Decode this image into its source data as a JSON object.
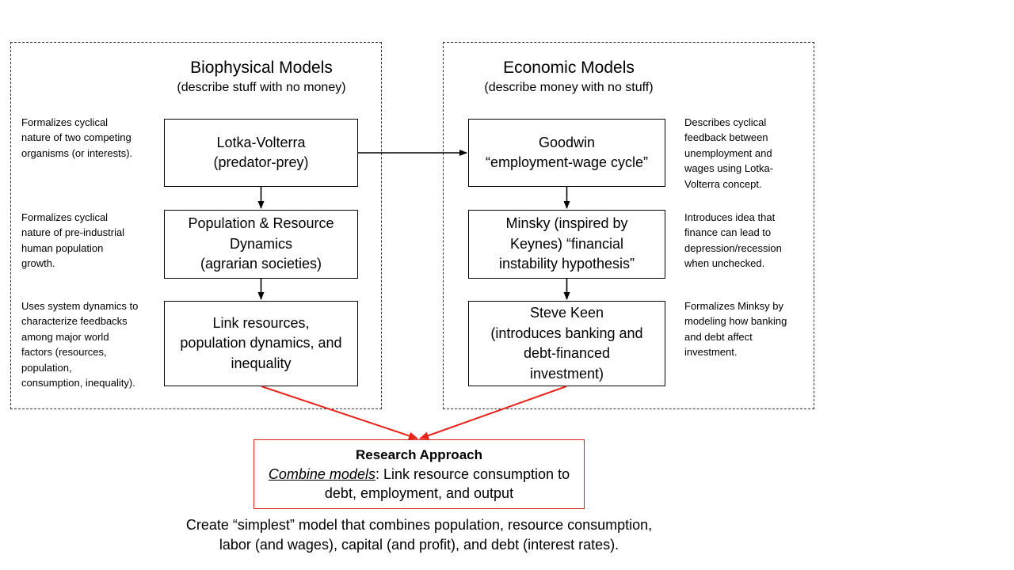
{
  "biophysical": {
    "title": "Biophysical Models",
    "subtitle": "(describe stuff with no money)",
    "boxes": [
      "Lotka-Volterra\n(predator-prey)",
      "Population & Resource\nDynamics\n(agrarian societies)",
      "Link resources,\npopulation dynamics, and\ninequality"
    ],
    "notes": [
      "Formalizes cyclical\nnature of two competing\norganisms (or interests).",
      "Formalizes cyclical\nnature of pre-industrial\nhuman population\ngrowth.",
      "Uses system dynamics to\ncharacterize feedbacks\namong major world\nfactors (resources,\npopulation,\nconsumption, inequality)."
    ]
  },
  "economic": {
    "title": "Economic Models",
    "subtitle": "(describe money with no stuff)",
    "boxes": [
      "Goodwin\n“employment-wage cycle”",
      "Minsky (inspired by\nKeynes) “financial\ninstability hypothesis”",
      "Steve Keen\n(introduces banking and\ndebt-financed\ninvestment)"
    ],
    "notes": [
      "Describes cyclical\nfeedback between\nunemployment  and\nwages using Lotka-\nVolterra concept.",
      "Introduces idea that\nfinance can lead to\ndepression/recession\nwhen unchecked.",
      "Formalizes Minksy by\nmodeling how banking\nand debt affect\ninvestment."
    ]
  },
  "research": {
    "title": "Research Approach",
    "emphasis": "Combine models",
    "body": ": Link resource consumption to debt, employment, and output"
  },
  "bottom_text": "Create “simplest” model that combines population, resource consumption,\nlabor (and wages), capital (and profit), and debt (interest rates).",
  "colors": {
    "arrow_black": "#000000",
    "arrow_red": "#e8231a",
    "research_border": "#d9261c"
  }
}
